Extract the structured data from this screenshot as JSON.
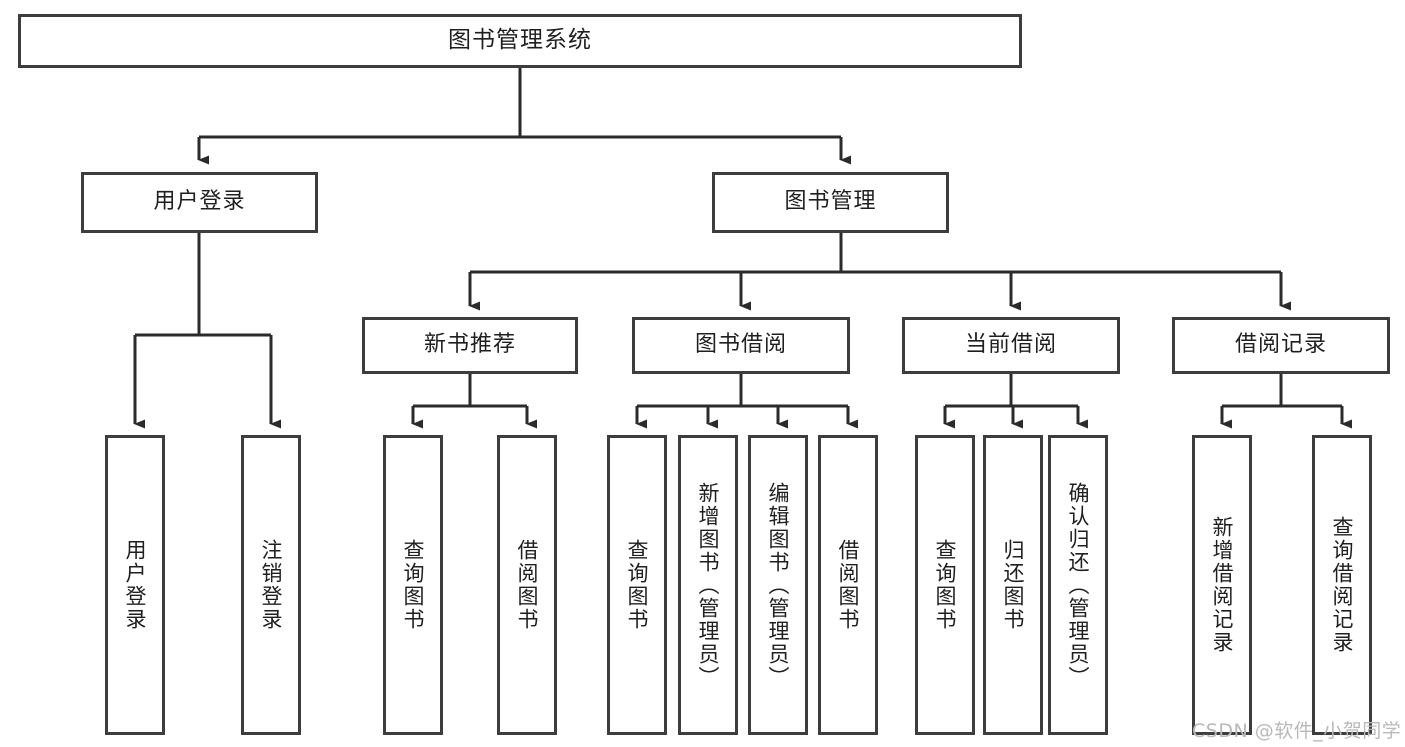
{
  "diagram": {
    "title": "图书管理系统",
    "type": "tree-hierarchy-chart",
    "colors": {
      "box_border": "#3d3d3d",
      "box_fill": "#ffffff",
      "connector": "#2b2b2b",
      "background": "#ffffff",
      "watermark": "#b9b9b9"
    },
    "root": {
      "label": "图书管理系统"
    },
    "level1": [
      {
        "label": "用户登录"
      },
      {
        "label": "图书管理"
      }
    ],
    "level2": [
      {
        "label": "新书推荐"
      },
      {
        "label": "图书借阅"
      },
      {
        "label": "当前借阅"
      },
      {
        "label": "借阅记录"
      }
    ],
    "leaves": {
      "user_login": [
        {
          "label": "用户登录"
        },
        {
          "label": "注销登录"
        }
      ],
      "new_book_recommend": [
        {
          "label": "查询图书"
        },
        {
          "label": "借阅图书"
        }
      ],
      "book_borrow": [
        {
          "label": "查询图书"
        },
        {
          "label": "新增图书（管理员）"
        },
        {
          "label": "编辑图书（管理员）"
        },
        {
          "label": "借阅图书"
        }
      ],
      "current_borrow": [
        {
          "label": "查询图书"
        },
        {
          "label": "归还图书"
        },
        {
          "label": "确认归还（管理员）"
        }
      ],
      "borrow_record": [
        {
          "label": "新增借阅记录"
        },
        {
          "label": "查询借阅记录"
        }
      ]
    }
  },
  "watermark": {
    "text": "CSDN @软件_小贺同学"
  }
}
